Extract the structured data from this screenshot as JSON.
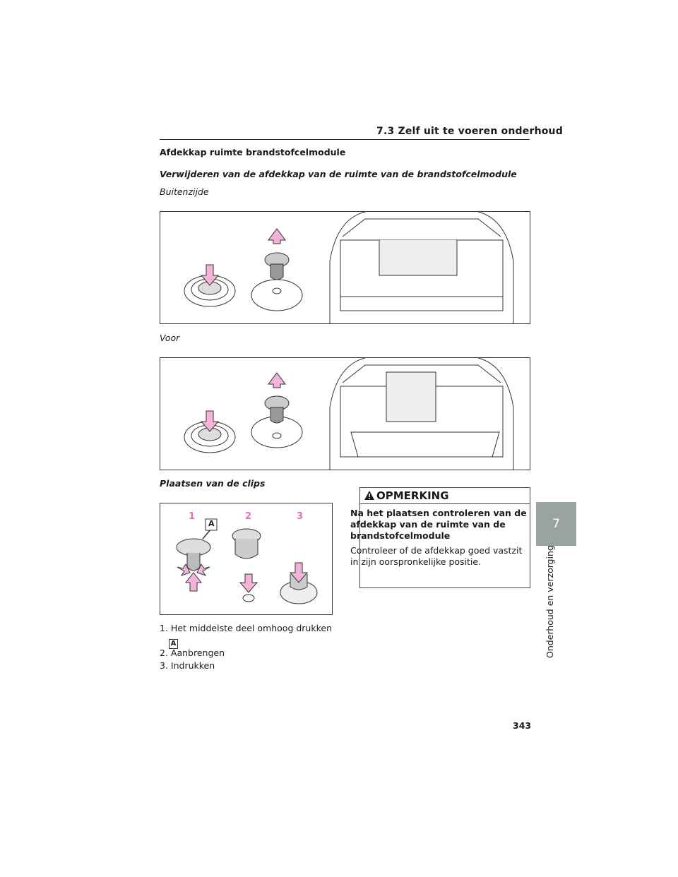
{
  "header": {
    "section": "7.3  Zelf uit te voeren onderhoud"
  },
  "heading": "Afdekkap ruimte brandstofcelmodule",
  "subheading": "Verwijderen van de afdekkap van de ruimte van de brandstofcelmodule",
  "captions": {
    "outer": "Buitenzijde",
    "front": "Voor",
    "install": "Plaatsen van de clips"
  },
  "figure_install": {
    "step1": "1",
    "step2": "2",
    "step3": "3",
    "label_a": "A"
  },
  "steps": [
    {
      "num": "1.",
      "text": "Het middelste deel omhoog drukken",
      "badge": "A"
    },
    {
      "num": "2.",
      "text": "Aanbrengen"
    },
    {
      "num": "3.",
      "text": "Indrukken"
    }
  ],
  "note": {
    "title": "OPMERKING",
    "bold": "Na het plaatsen controleren van de afdekkap van de ruimte van de brandstofcelmodule",
    "text": "Controleer of de afdekkap goed vastzit in zijn oorspronkelijke positie."
  },
  "chapter_tab": {
    "number": "7",
    "label": "Onderhoud en verzorging"
  },
  "page_number": "343",
  "colors": {
    "arrow_pink": "#f4b3d9",
    "tab_gray": "#9aa39f",
    "step_number_pink": "#e36fb5"
  }
}
